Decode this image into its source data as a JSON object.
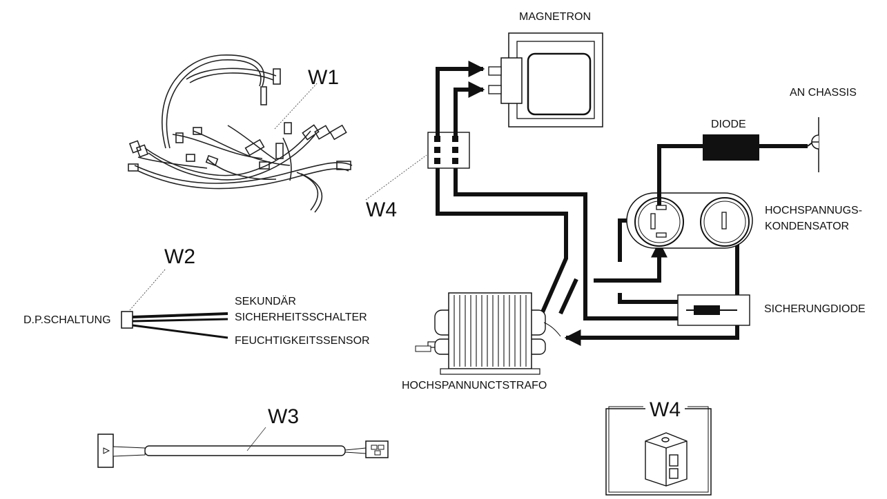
{
  "labels": {
    "w1": "W1",
    "w2": "W2",
    "w3": "W3",
    "w4_main": "W4",
    "w4_inset": "W4",
    "magnetron": "MAGNETRON",
    "an_chassis": "AN CHASSIS",
    "diode": "DIODE",
    "hv_capacitor_line1": "HOCHSPANNUGS-",
    "hv_capacitor_line2": "KONDENSATOR",
    "safety_diode": "SICHERUNGDIODE",
    "transformer": "HOCHSPANNUNCTSTRAFO",
    "dp_switch": "D.P.SCHALTUNG",
    "secondary_line1": "SEKUNDÄR",
    "secondary_line2": "SICHERHEITSSCHALTER",
    "humidity_sensor": "FEUCHTIGKEITSSENSOR"
  },
  "icons": {
    "harness_w1": "wire-harness-icon",
    "magnetron": "magnetron-icon",
    "transformer": "transformer-icon",
    "capacitor": "capacitor-icon",
    "diode": "diode-icon",
    "safety_diode": "safety-diode-icon",
    "chassis": "ground-terminal-icon",
    "connector_w4": "connector-block-icon",
    "cable_w3": "cable-icon"
  },
  "colors": {
    "line": "#111111",
    "background": "#ffffff"
  }
}
